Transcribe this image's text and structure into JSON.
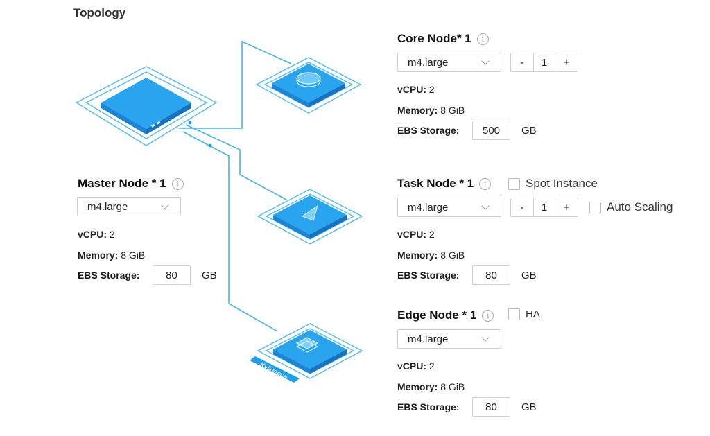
{
  "section_title": "Topology",
  "brand_tag": "Kyligence",
  "colors": {
    "accent": "#1e9eea",
    "line": "#43b4f1",
    "box_top": "#27a3ee",
    "box_side": "#1479c4"
  },
  "master": {
    "title": "Master Node * 1",
    "instance_type": "m4.large",
    "vcpu_label": "vCPU:",
    "vcpu": "2",
    "memory_label": "Memory:",
    "memory": "8 GiB",
    "ebs_label": "EBS Storage:",
    "ebs_value": "80",
    "ebs_unit": "GB"
  },
  "core": {
    "title": "Core Node* 1",
    "instance_type": "m4.large",
    "count": "1",
    "minus": "-",
    "plus": "+",
    "vcpu_label": "vCPU:",
    "vcpu": "2",
    "memory_label": "Memory:",
    "memory": "8 GiB",
    "ebs_label": "EBS Storage:",
    "ebs_value": "500",
    "ebs_unit": "GB"
  },
  "task": {
    "title": "Task Node * 1",
    "spot_label": "Spot Instance",
    "instance_type": "m4.large",
    "count": "1",
    "minus": "-",
    "plus": "+",
    "autoscale_label": "Auto Scaling",
    "vcpu_label": "vCPU:",
    "vcpu": "2",
    "memory_label": "Memory:",
    "memory": "8 GiB",
    "ebs_label": "EBS Storage:",
    "ebs_value": "80",
    "ebs_unit": "GB"
  },
  "edge": {
    "title": "Edge Node * 1",
    "ha_label": "HA",
    "instance_type": "m4.large",
    "vcpu_label": "vCPU:",
    "vcpu": "2",
    "memory_label": "Memory:",
    "memory": "8 GiB",
    "ebs_label": "EBS Storage:",
    "ebs_value": "80",
    "ebs_unit": "GB"
  },
  "info_glyph": "i"
}
